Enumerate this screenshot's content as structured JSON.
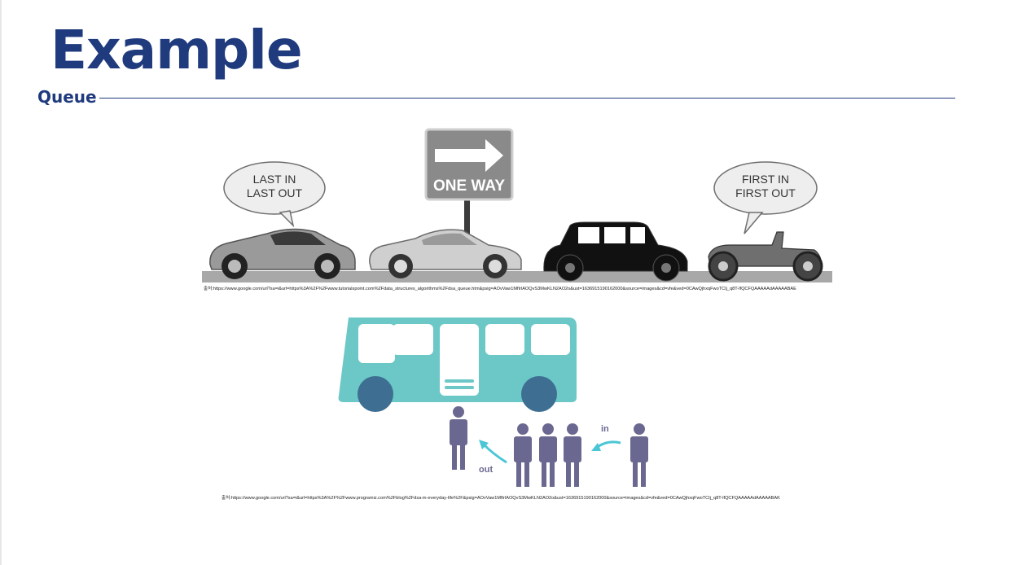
{
  "slide": {
    "title": "Example",
    "subtitle": "Queue"
  },
  "figure1": {
    "sign_text": "ONE WAY",
    "bubble_left": [
      "LAST IN",
      "LAST OUT"
    ],
    "bubble_right": [
      "FIRST IN",
      "FIRST OUT"
    ],
    "caption": "출처:https://www.google.com/url?sa=i&url=https%3A%2F%2Fwww.tutorialspoint.com%2Fdata_structures_algorithms%2Fdsa_queue.htm&psig=AOvVaw1MfIrlAOQvS3MwKLN2AO2o&ust=1636915190162000&source=images&cd=vfe&ved=0CAwQjhxqFwoTCIj_q8T-lfQCFQAAAAAdAAAAABAE"
  },
  "figure2": {
    "label_in": "in",
    "label_out": "out",
    "caption": "출처:https://www.google.com/url?sa=i&url=https%3A%2F%2Fwww.programiz.com%2Fblog%2Fdsa-in-everyday-life%2F&psig=AOvVaw1MfIrlAOQvS3MwKLN2AO2o&ust=1636915190162000&source=images&cd=vfe&ved=0CAwQjhxqFwoTCIj_q8T-lfQCFQAAAAAdAAAAABAK"
  },
  "colors": {
    "title": "#1f3a7d",
    "bus": "#6cc7c7",
    "wheel": "#3e6f92",
    "person": "#6a6890",
    "arrow": "#4cc6d6"
  }
}
